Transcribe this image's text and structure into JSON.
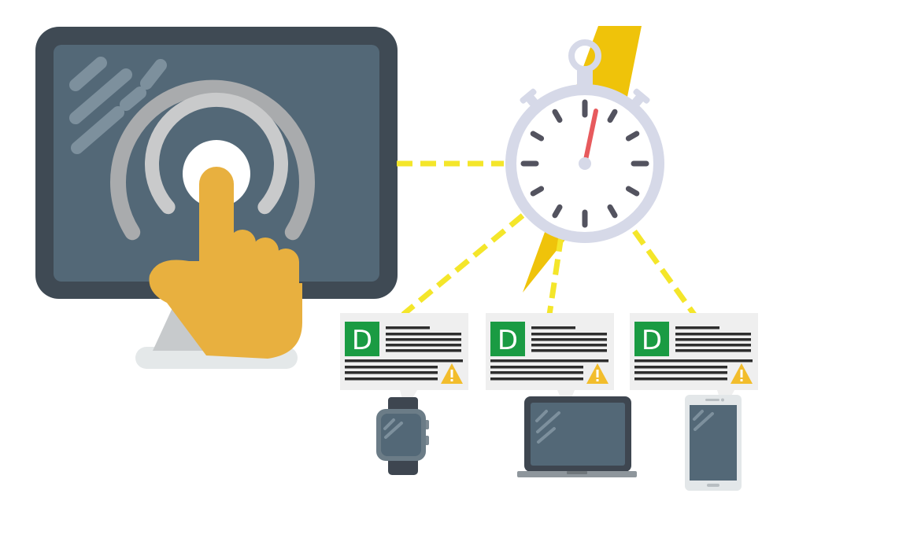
{
  "colors": {
    "monitor_frame": "#3f4a54",
    "screen": "#536877",
    "screen_stripe": "#7d909d",
    "ring_outer": "#a9abad",
    "ring_inner": "#c9cacb",
    "hand": "#e8b03f",
    "stand": "#c7cacc",
    "stand_base": "#e4e8e9",
    "connector": "#f4e62a",
    "bolt": "#efc30a",
    "stopwatch_rim": "#d6d9e8",
    "stopwatch_face": "#ffffff",
    "stopwatch_tick": "#53535f",
    "stopwatch_hand": "#e75a5d",
    "card_bg": "#efefef",
    "card_line": "#2e2e2e",
    "badge": "#1a9b43",
    "warning": "#f2bd2c",
    "device_dark": "#3e4650",
    "device_screen": "#536877",
    "laptop_base": "#8e969c",
    "phone_body": "#e3e7e9"
  },
  "notification_cards": [
    {
      "badge_letter": "D"
    },
    {
      "badge_letter": "D"
    },
    {
      "badge_letter": "D"
    }
  ],
  "devices": [
    {
      "kind": "smartwatch"
    },
    {
      "kind": "laptop"
    },
    {
      "kind": "smartphone"
    }
  ],
  "icons": {
    "warning": "warning-icon",
    "stopwatch": "stopwatch-icon",
    "lightning": "lightning-bolt-icon",
    "touch": "hand-pointer-icon"
  }
}
